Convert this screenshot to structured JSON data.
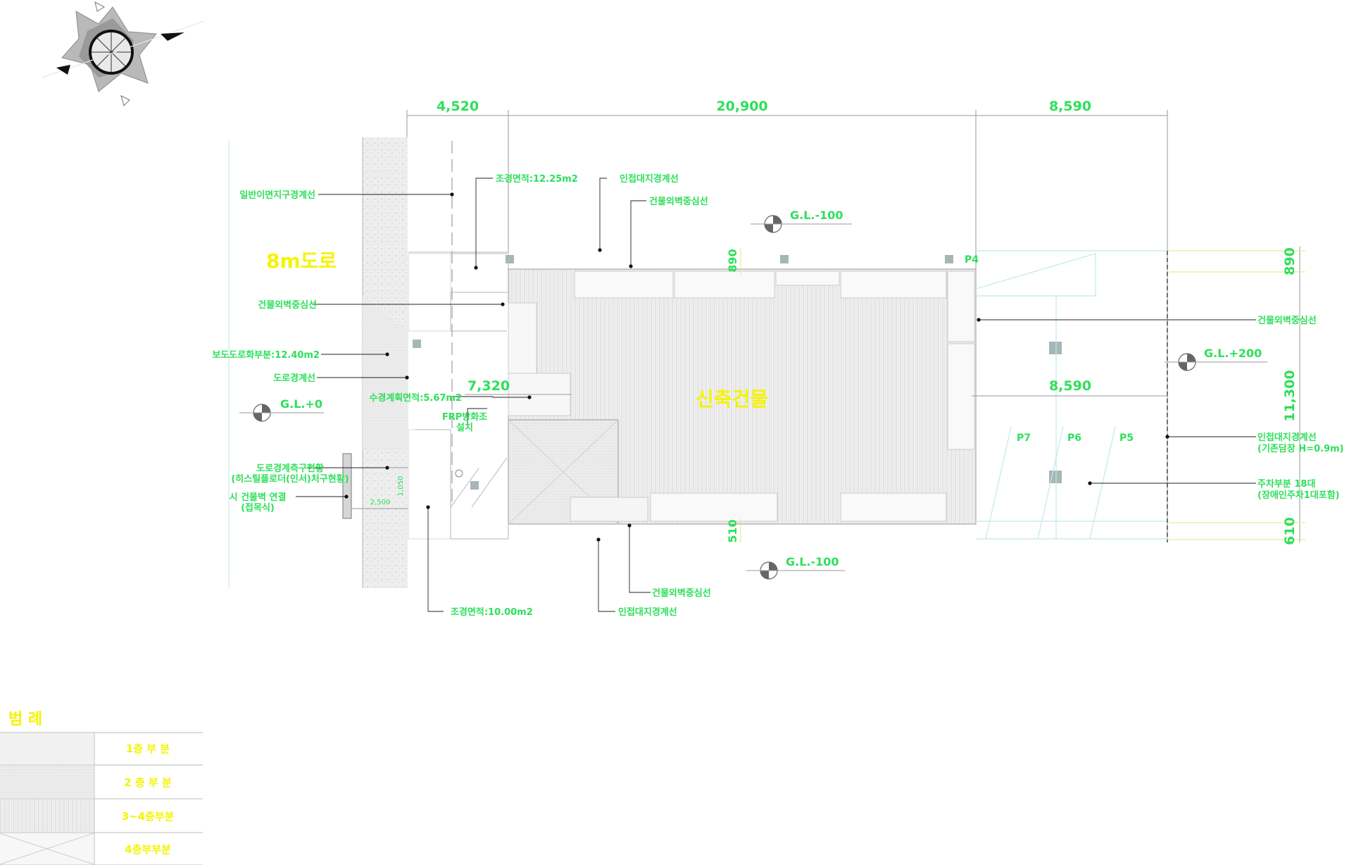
{
  "dimensions": {
    "top_left": "4,520",
    "top_center": "20,900",
    "top_right": "8,590",
    "right_top": "890",
    "right_middle": "11,300",
    "right_bottom": "610",
    "inner_top": "890",
    "inner_bottom": "510",
    "inner_right": "8,590",
    "inner_left": "7,320",
    "small_a": "1,050",
    "small_b": "2,500"
  },
  "levels": {
    "gl_top": "G.L.-100",
    "gl_bottom": "G.L.-100",
    "gl_left": "G.L.+0",
    "gl_right": "G.L.+200"
  },
  "labels": {
    "road": "8m도로",
    "building": "신축건물",
    "l_alley": "일반이면지구경계선",
    "l_wall_left": "건물외벽중심선",
    "l_garden_area": "보도도로화부분:12.40m2",
    "l_road_line": "도로경계선",
    "l_pond": "수경계획면적:5.67m2",
    "l_frp_1": "FRP방화조",
    "l_frp_2": "설치",
    "l_fence_1": "도로경계측구현황",
    "l_fence_2": "(히스틸플로더(인서)처구현황)",
    "l_gate_1": "시 건물벽 연결",
    "l_gate_2": "(접목식)",
    "l_landscape_top": "조경면적:12.25m2",
    "l_site_top": "인접대지경계선",
    "l_wall_top": "건물외벽중심선",
    "l_wall_right": "건물외벽중심선",
    "l_adjacent_1": "인접대지경계선",
    "l_adjacent_2": "(기존담장 H=0.9m)",
    "l_parking_1": "주차부분 18대",
    "l_parking_2": "(장애인주차1대포함)",
    "l_wall_bottom": "건물외벽중심선",
    "l_landscape_bottom": "조경면적:10.00m2",
    "l_site_bottom": "인접대지경계선"
  },
  "pillars": {
    "p4": "P4",
    "p5": "P5",
    "p6": "P6",
    "p7": "P7"
  },
  "legend": {
    "title": "범 례",
    "rows": [
      "1층 부 분",
      "2 층 부 분",
      "3~4층부분",
      "4층부부분"
    ]
  },
  "colors": {
    "label_green": "#2de05a",
    "label_yellow": "#f4f400",
    "line_cyan": "#c4e8e8"
  }
}
